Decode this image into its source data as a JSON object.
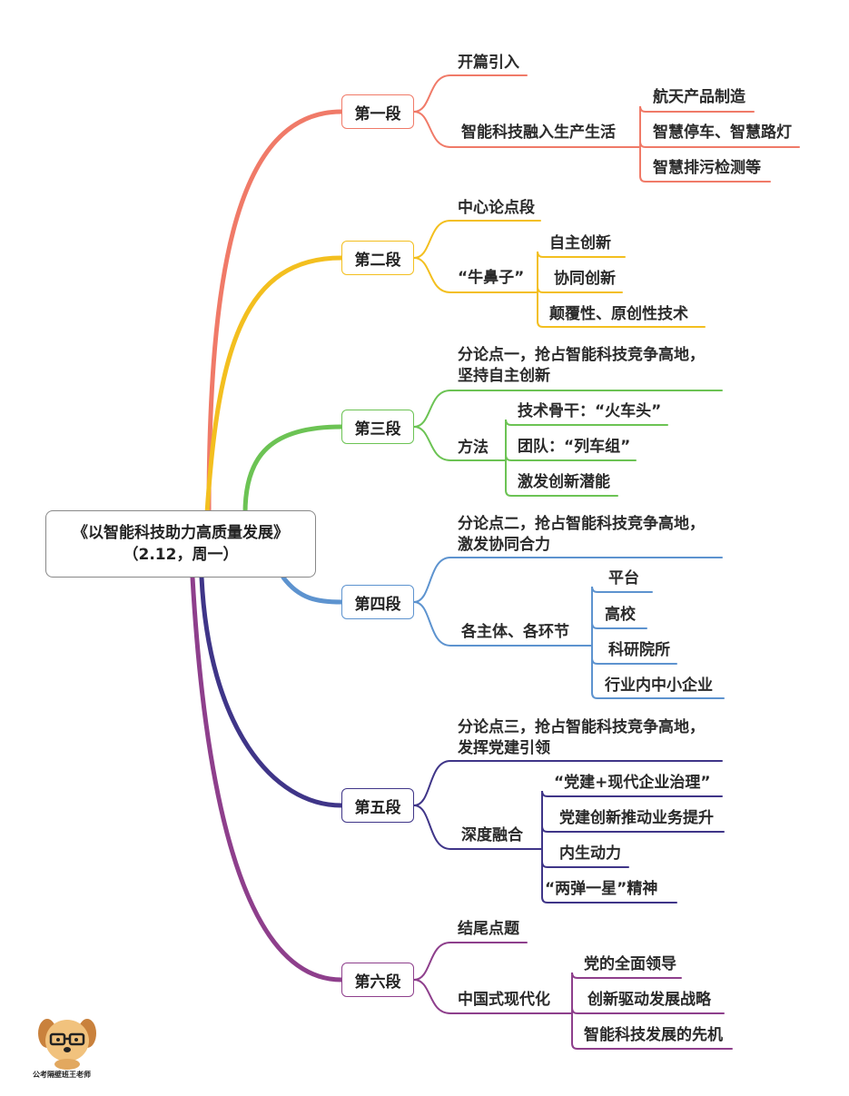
{
  "root": {
    "title": "《以智能科技助力高质量发展》",
    "subtitle": "（2.12，周一）"
  },
  "colors": {
    "seg1": "#f07a68",
    "seg2": "#f3bf1f",
    "seg3": "#6cc354",
    "seg4": "#5d93cf",
    "seg5": "#3f3588",
    "seg6": "#8e3f8c"
  },
  "segments": [
    {
      "label": "第一段",
      "items": [
        {
          "label": "开篇引入"
        },
        {
          "label": "智能科技融入生产生活",
          "children": [
            "航天产品制造",
            "智慧停车、智慧路灯",
            "智慧排污检测等"
          ]
        }
      ]
    },
    {
      "label": "第二段",
      "items": [
        {
          "label": "中心论点段"
        },
        {
          "label": "“牛鼻子”",
          "children": [
            "自主创新",
            "协同创新",
            "颠覆性、原创性技术"
          ]
        }
      ]
    },
    {
      "label": "第三段",
      "items": [
        {
          "label": "分论点一，抢占智能科技竞争高地，",
          "label2": "坚持自主创新"
        },
        {
          "label": "方法",
          "children": [
            "技术骨干：“火车头”",
            "团队：“列车组”",
            "激发创新潜能"
          ]
        }
      ]
    },
    {
      "label": "第四段",
      "items": [
        {
          "label": "分论点二，抢占智能科技竞争高地，",
          "label2": "激发协同合力"
        },
        {
          "label": "各主体、各环节",
          "children": [
            "平台",
            "高校",
            "科研院所",
            "行业内中小企业"
          ]
        }
      ]
    },
    {
      "label": "第五段",
      "items": [
        {
          "label": "分论点三，抢占智能科技竞争高地，",
          "label2": "发挥党建引领"
        },
        {
          "label": "深度融合",
          "children": [
            "“党建+现代企业治理”",
            "党建创新推动业务提升",
            "内生动力",
            "“两弹一星”精神"
          ]
        }
      ]
    },
    {
      "label": "第六段",
      "items": [
        {
          "label": "结尾点题"
        },
        {
          "label": "中国式现代化",
          "children": [
            "党的全面领导",
            "创新驱动发展战略",
            "智能科技发展的先机"
          ]
        }
      ]
    }
  ],
  "logo": {
    "caption": "公考隔壁班王老师"
  }
}
